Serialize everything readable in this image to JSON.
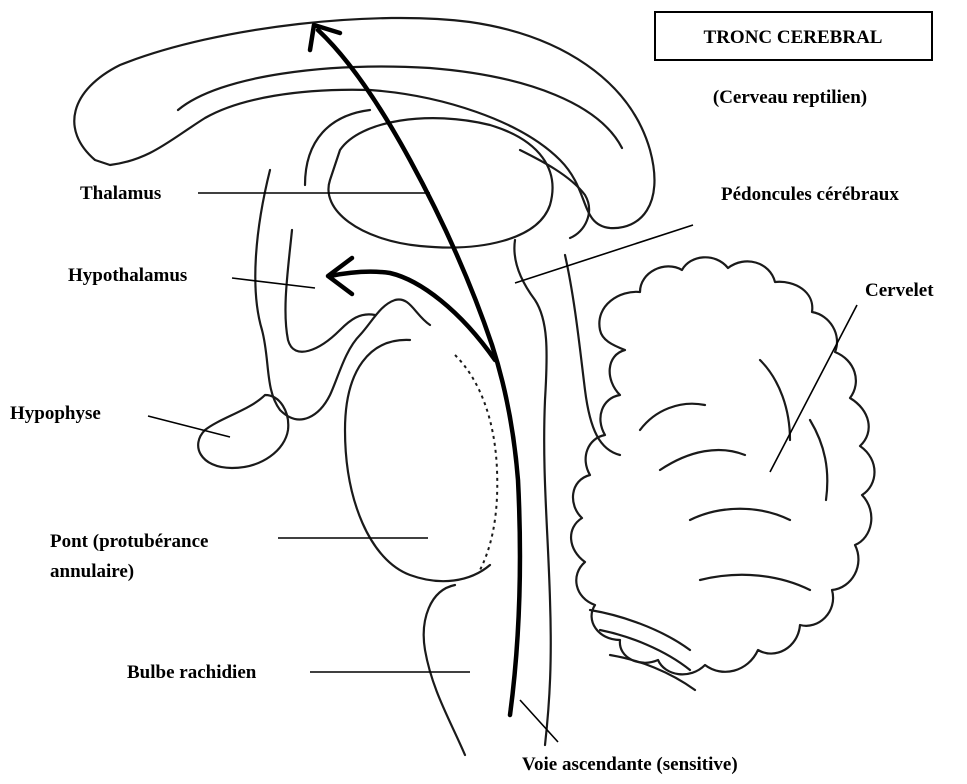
{
  "title": "TRONC CEREBRAL",
  "subtitle": "(Cerveau reptilien)",
  "labels": {
    "thalamus": "Thalamus",
    "hypothalamus": "Hypothalamus",
    "hypophyse": "Hypophyse",
    "pont_line1": "Pont (protubérance",
    "pont_line2": "annulaire)",
    "bulbe": "Bulbe rachidien",
    "pedoncules": "Pédoncules cérébraux",
    "cervelet": "Cervelet",
    "voie": "Voie ascendante (sensitive)"
  }
}
